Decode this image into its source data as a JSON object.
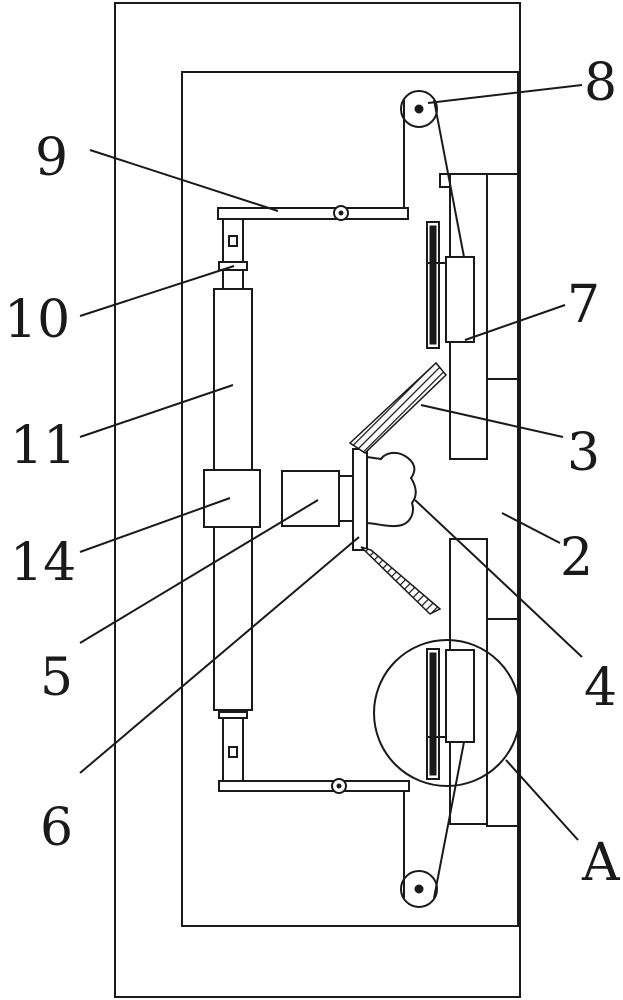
{
  "labels": {
    "l1": "8",
    "l2": "9",
    "l3": "10",
    "l4": "7",
    "l5": "11",
    "l6": "3",
    "l7": "14",
    "l8": "2",
    "l9": "5",
    "l10": "4",
    "l11": "6",
    "l12": "A"
  }
}
